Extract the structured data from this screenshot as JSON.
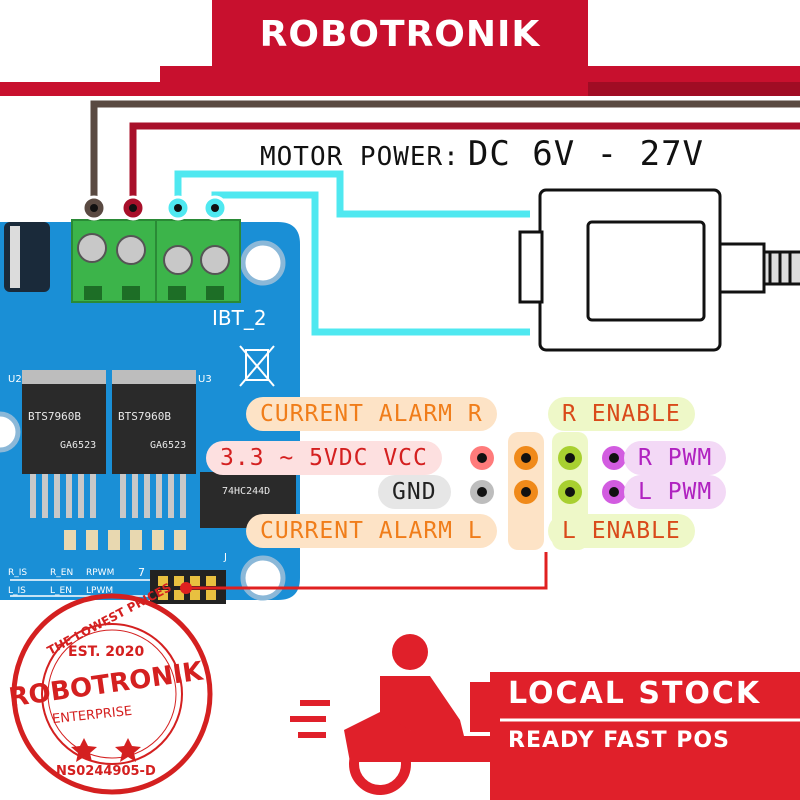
{
  "brand": {
    "name": "ROBOTRONIK",
    "color": "#c8102e"
  },
  "motor_power": {
    "label": "MOTOR POWER:",
    "voltage": "DC 6V - 27V"
  },
  "board": {
    "name": "IBT_2",
    "chips": [
      "BTS7960B",
      "BTS7960B"
    ],
    "chip_codes": [
      "GA6523",
      "GA6523"
    ],
    "driver_chip": "74HC244D",
    "refs": {
      "u2": "U2",
      "u3": "U3",
      "j": "J"
    },
    "header_labels": [
      "R_IS",
      "R_EN",
      "RPWM",
      "L_IS",
      "L_EN",
      "LPWM"
    ],
    "pin_number": "7"
  },
  "pins": {
    "current_alarm_r": "CURRENT ALARM R",
    "r_enable": "R ENABLE",
    "vcc": "3.3 ~ 5VDC VCC",
    "r_pwm": "R PWM",
    "gnd": "GND",
    "l_pwm": "L PWM",
    "current_alarm_l": "CURRENT ALARM L",
    "l_enable": "L ENABLE"
  },
  "seal": {
    "top": "THE LOWEST PRICES",
    "est": "EST. 2020",
    "brand": "ROBOTRONIK",
    "sub": "ENTERPRISE",
    "reg": "NS0244905-D"
  },
  "stock": {
    "line1": "LOCAL STOCK",
    "line2": "READY FAST POS"
  },
  "colors": {
    "board": "#1a8fd6",
    "terminal": "#3cb44a",
    "wire_brown": "#5a4a42",
    "wire_red": "#a8102a",
    "wire_cyan": "#4fe8f0",
    "orange": "#f07d1a",
    "green": "#c8e65a",
    "purple": "#d25ce0",
    "pink": "#ff6b6b"
  }
}
